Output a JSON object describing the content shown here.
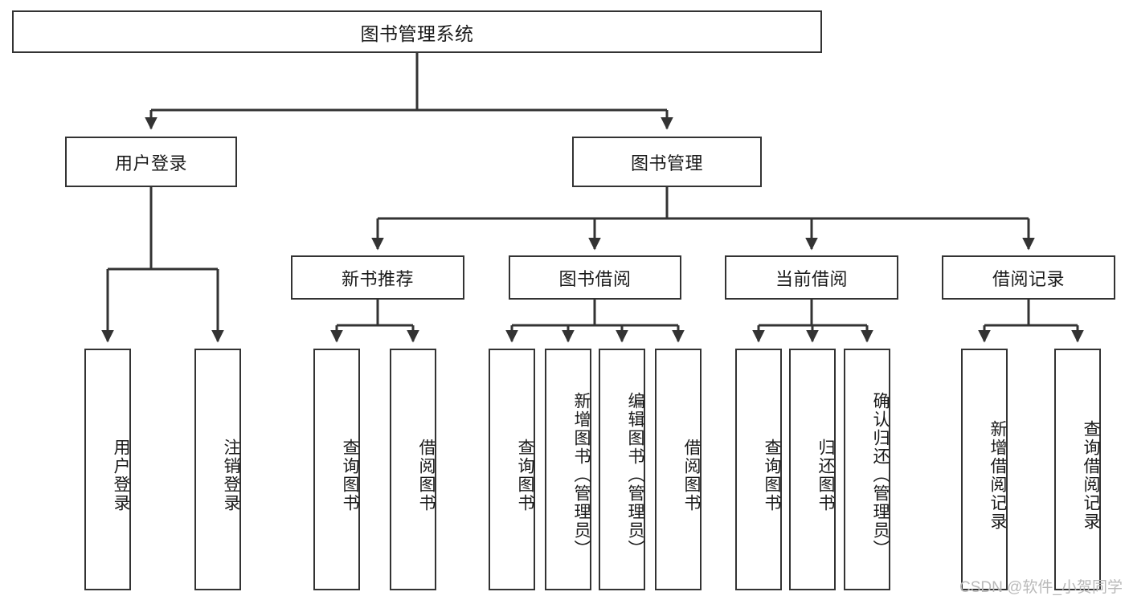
{
  "diagram": {
    "type": "tree-hierarchy",
    "title": "图书管理系统",
    "watermark": "CSDN @软件_小贺同学",
    "colors": {
      "box_border": "#333333",
      "box_fill": "#ffffff",
      "connector": "#333333",
      "text": "#1a1a1a",
      "watermark": "#b9b9b9"
    },
    "nodes": {
      "root": {
        "label": "图书管理系统"
      },
      "level2": [
        {
          "id": "user-login",
          "label": "用户登录"
        },
        {
          "id": "book-management",
          "label": "图书管理"
        }
      ],
      "level3": [
        {
          "id": "new-book-recommend",
          "label": "新书推荐"
        },
        {
          "id": "book-borrow",
          "label": "图书借阅"
        },
        {
          "id": "current-borrow",
          "label": "当前借阅"
        },
        {
          "id": "borrow-record",
          "label": "借阅记录"
        }
      ],
      "leaves": {
        "user-login": [
          {
            "id": "leaf-user-login",
            "label": "用户登录"
          },
          {
            "id": "leaf-user-logout",
            "label": "注销登录"
          }
        ],
        "new-book-recommend": [
          {
            "id": "leaf-query-book-1",
            "label": "查询图书"
          },
          {
            "id": "leaf-borrow-book-1",
            "label": "借阅图书"
          }
        ],
        "book-borrow": [
          {
            "id": "leaf-query-book-2",
            "label": "查询图书"
          },
          {
            "id": "leaf-add-book",
            "label": "新增图书（管理员）"
          },
          {
            "id": "leaf-edit-book",
            "label": "编辑图书（管理员）"
          },
          {
            "id": "leaf-borrow-book-2",
            "label": "借阅图书"
          }
        ],
        "current-borrow": [
          {
            "id": "leaf-query-book-3",
            "label": "查询图书"
          },
          {
            "id": "leaf-return-book",
            "label": "归还图书"
          },
          {
            "id": "leaf-confirm-return",
            "label": "确认归还（管理员）"
          }
        ],
        "borrow-record": [
          {
            "id": "leaf-add-record",
            "label": "新增借阅记录"
          },
          {
            "id": "leaf-query-record",
            "label": "查询借阅记录"
          }
        ]
      }
    }
  }
}
